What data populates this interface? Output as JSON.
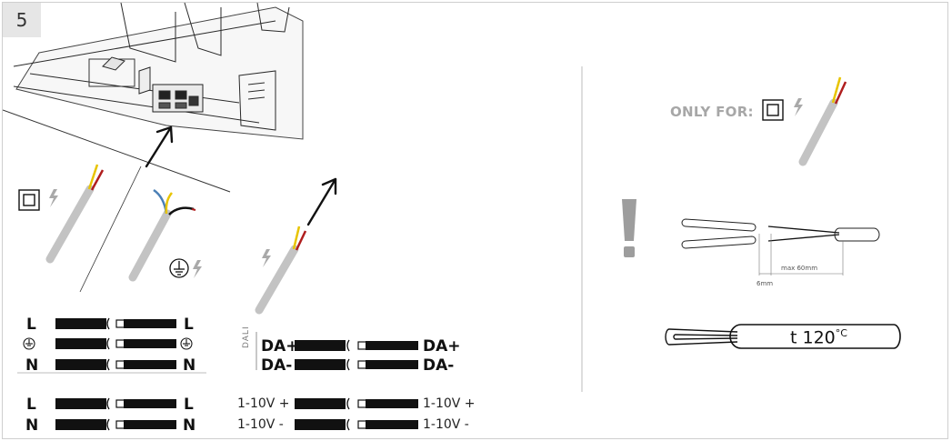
{
  "step_number": "5",
  "left_wiring": {
    "three_wire": {
      "left": [
        "L",
        "",
        "N"
      ],
      "right": [
        "L",
        "",
        "N"
      ]
    },
    "two_wire": {
      "left": [
        "L",
        "N"
      ],
      "right": [
        "L",
        "N"
      ]
    }
  },
  "dali": {
    "tag": "DALI",
    "left": [
      "DA+",
      "DA-"
    ],
    "right": [
      "DA+",
      "DA-"
    ]
  },
  "analog": {
    "left": [
      "1-10V +",
      "1-10V -"
    ],
    "right": [
      "1-10V +",
      "1-10V -"
    ]
  },
  "right_panel": {
    "only_for_label": "ONLY FOR:",
    "strip_dim_max": "max 60mm",
    "strip_dim_min": "6mm",
    "temperature_label": "t 120",
    "temperature_unit": "°C"
  },
  "icons": [
    "class-ii-double-insulation-icon",
    "lightning-icon",
    "protective-earth-icon",
    "warning-exclamation-icon",
    "arrow-icon",
    "cable-icon"
  ],
  "colors": {
    "cable": "#c3c3c3",
    "wire_black": "#111111",
    "wire_yellow": "#e8c400",
    "wire_red": "#b01e1e",
    "wire_blue": "#4a7fb5",
    "warning_gray": "#9d9d9d",
    "lightning_gray": "#a9a9a9",
    "only_for_gray": "#a7a7a7"
  }
}
